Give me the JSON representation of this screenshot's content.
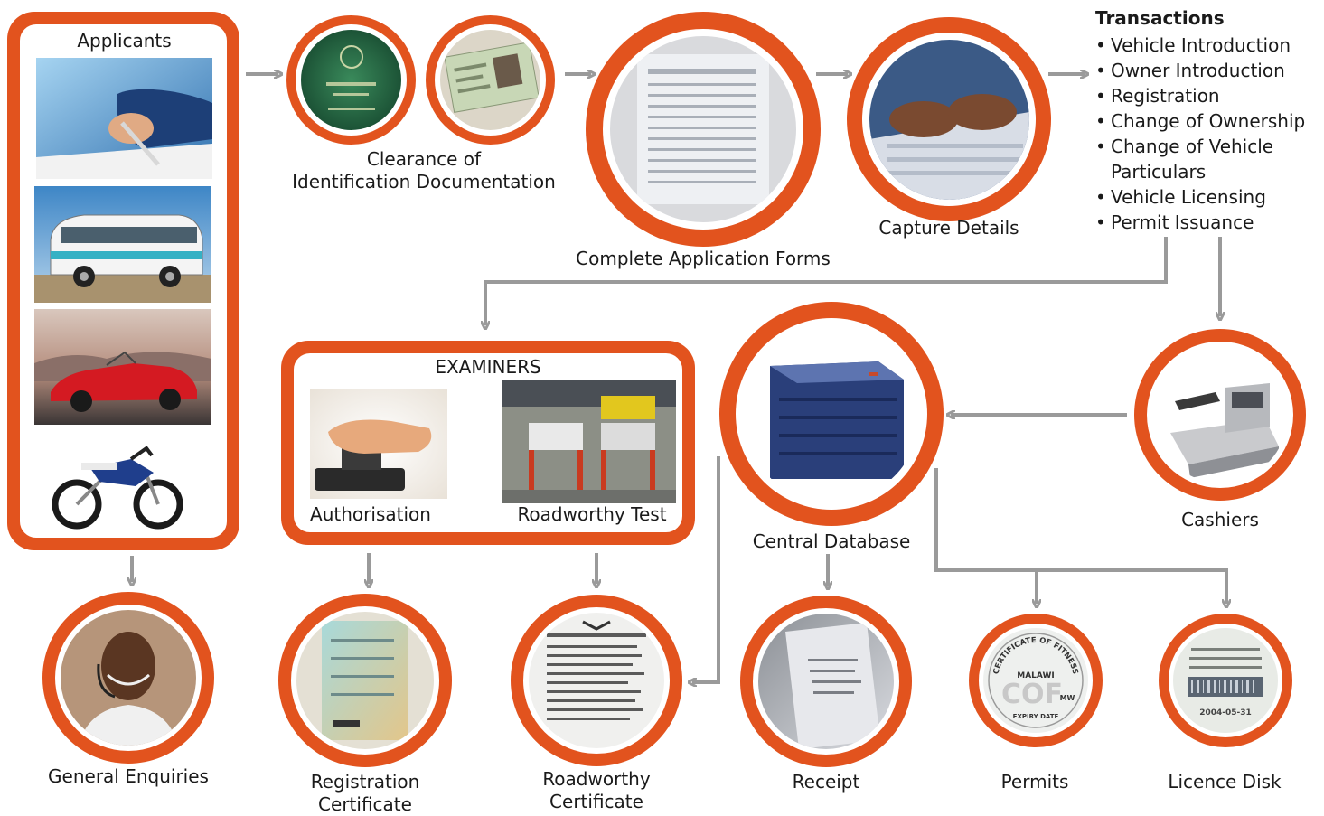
{
  "colors": {
    "accent": "#e2531e",
    "arrow": "#9a9a9a"
  },
  "applicants": {
    "title": "Applicants",
    "images": [
      "person-signing-photo",
      "minibus-photo",
      "red-convertible-photo",
      "motorcycle-photo"
    ]
  },
  "clearance": {
    "label_line1": "Clearance of",
    "label_line2": "Identification Documentation"
  },
  "application_forms": {
    "label": "Complete Application Forms"
  },
  "capture": {
    "label": "Capture Details"
  },
  "transactions": {
    "title": "Transactions",
    "items": [
      "Vehicle Introduction",
      "Owner Introduction",
      "Registration",
      "Change of Ownership",
      "Change of Vehicle Particulars",
      "Vehicle Licensing",
      "Permit Issuance"
    ]
  },
  "examiners": {
    "title": "EXAMINERS",
    "authorisation": "Authorisation",
    "roadworthy_test": "Roadworthy Test"
  },
  "central_database": {
    "label": "Central Database"
  },
  "cashiers": {
    "label": "Cashiers"
  },
  "outputs": {
    "general_enquiries": "General Enquiries",
    "registration_certificate_line1": "Registration",
    "registration_certificate_line2": "Certificate",
    "roadworthy_certificate_line1": "Roadworthy",
    "roadworthy_certificate_line2": "Certificate",
    "receipt": "Receipt",
    "permits": "Permits",
    "licence_disk": "Licence Disk"
  },
  "permit_disc": {
    "arc_text": "CERTIFICATE OF FITNESS",
    "country": "MALAWI",
    "code": "COF",
    "suffix": "MW",
    "expiry": "EXPIRY DATE"
  },
  "licence_disc": {
    "date": "2004-05-31"
  }
}
